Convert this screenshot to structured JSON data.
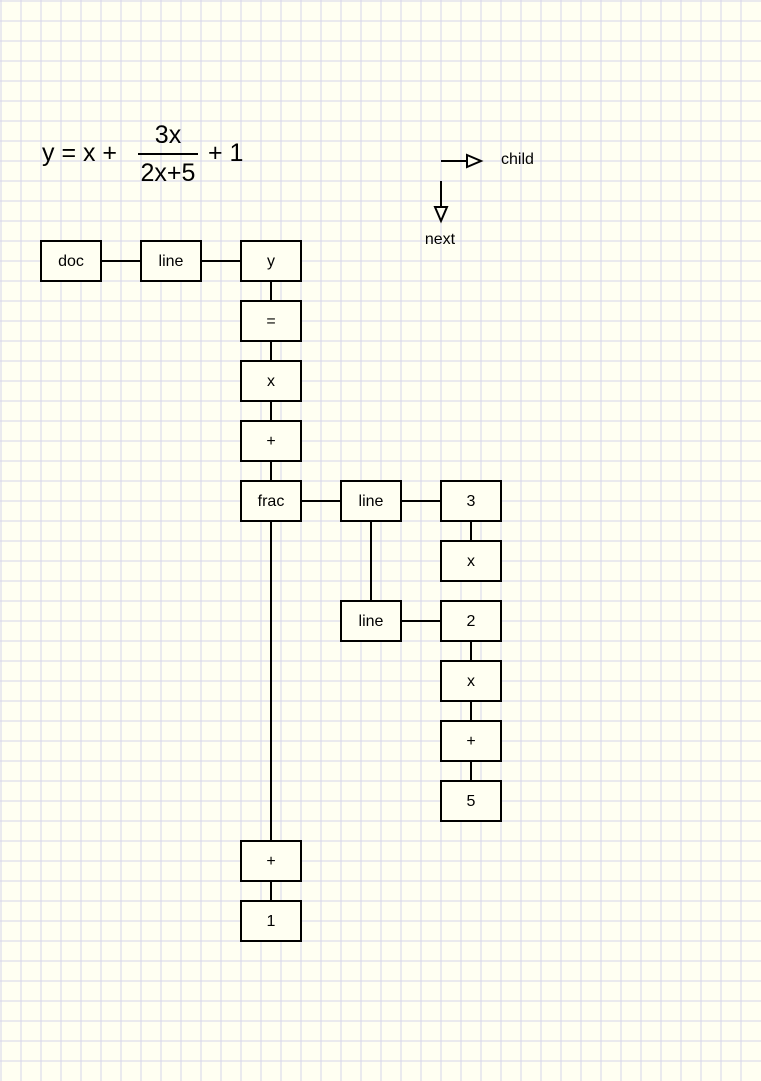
{
  "equation": {
    "lhs": "y = x +",
    "numerator": "3x",
    "denominator": "2x+5",
    "rhs": "+ 1"
  },
  "legend": {
    "child_label": "child",
    "next_label": "next"
  },
  "nodes": [
    {
      "id": "doc",
      "label": "doc"
    },
    {
      "id": "line1",
      "label": "line"
    },
    {
      "id": "y",
      "label": "y"
    },
    {
      "id": "eq",
      "label": "="
    },
    {
      "id": "x1",
      "label": "x"
    },
    {
      "id": "plus1",
      "label": "+"
    },
    {
      "id": "frac",
      "label": "frac"
    },
    {
      "id": "line2",
      "label": "line"
    },
    {
      "id": "n3",
      "label": "3"
    },
    {
      "id": "x2",
      "label": "x"
    },
    {
      "id": "line3",
      "label": "line"
    },
    {
      "id": "n2",
      "label": "2"
    },
    {
      "id": "x3",
      "label": "x"
    },
    {
      "id": "plus2",
      "label": "+"
    },
    {
      "id": "n5",
      "label": "5"
    },
    {
      "id": "plus3",
      "label": "+"
    },
    {
      "id": "n1",
      "label": "1"
    }
  ],
  "edges": [
    {
      "from": "doc",
      "to": "line1",
      "type": "child"
    },
    {
      "from": "line1",
      "to": "y",
      "type": "child"
    },
    {
      "from": "y",
      "to": "eq",
      "type": "next"
    },
    {
      "from": "eq",
      "to": "x1",
      "type": "next"
    },
    {
      "from": "x1",
      "to": "plus1",
      "type": "next"
    },
    {
      "from": "plus1",
      "to": "frac",
      "type": "next"
    },
    {
      "from": "frac",
      "to": "line2",
      "type": "child"
    },
    {
      "from": "line2",
      "to": "n3",
      "type": "child"
    },
    {
      "from": "n3",
      "to": "x2",
      "type": "next"
    },
    {
      "from": "line2",
      "to": "line3",
      "type": "next"
    },
    {
      "from": "line3",
      "to": "n2",
      "type": "child"
    },
    {
      "from": "n2",
      "to": "x3",
      "type": "next"
    },
    {
      "from": "x3",
      "to": "plus2",
      "type": "next"
    },
    {
      "from": "plus2",
      "to": "n5",
      "type": "next"
    },
    {
      "from": "frac",
      "to": "plus3",
      "type": "next"
    },
    {
      "from": "plus3",
      "to": "n1",
      "type": "next"
    }
  ]
}
